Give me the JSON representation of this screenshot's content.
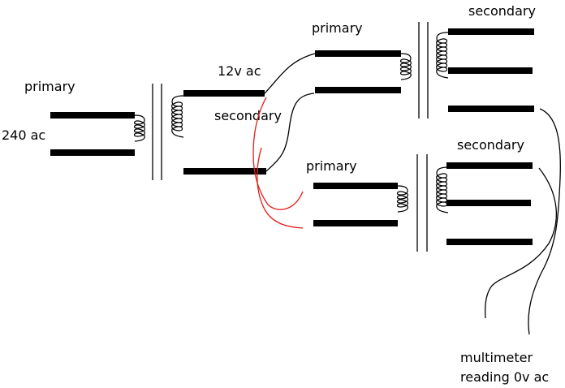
{
  "labels": {
    "t1_primary": "primary",
    "t1_input": "240 ac",
    "t2_output": "12v ac",
    "t2_secondary": "secondary",
    "t3_primary": "primary",
    "t3_secondary": "secondary",
    "t4_primary": "primary",
    "t4_secondary": "secondary",
    "meter_line1": "multimeter",
    "meter_line2": "reading 0v ac"
  },
  "colors": {
    "ink": "#000000",
    "red_wire": "#e0201a",
    "background": "#ffffff"
  }
}
